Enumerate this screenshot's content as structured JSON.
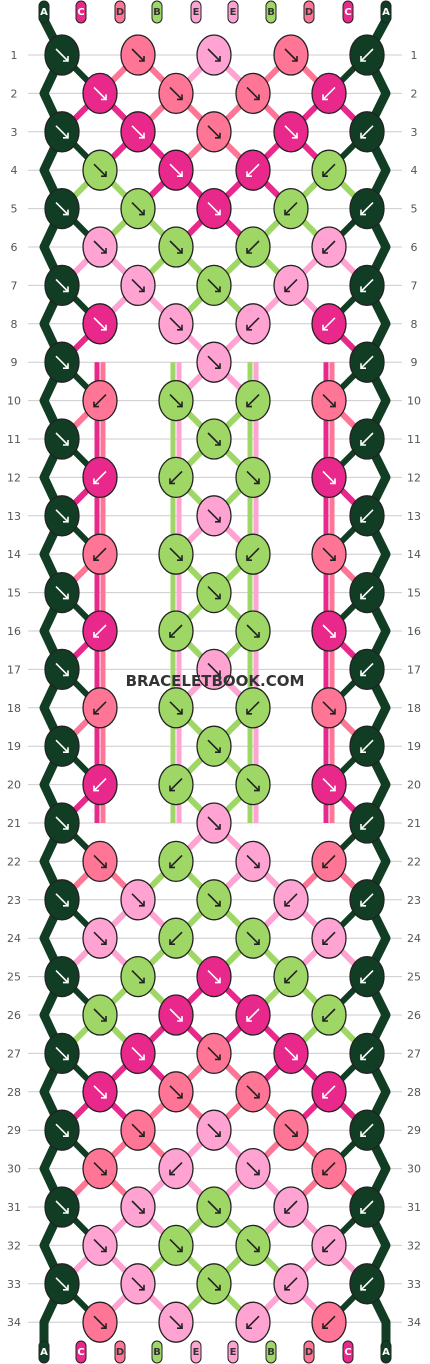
{
  "watermark": "BRACELETBOOK.COM",
  "colors": {
    "A": "#113d24",
    "C": "#e8288a",
    "D": "#ff7595",
    "B": "#9ed765",
    "E": "#ffa3d3"
  },
  "strands_top": [
    "A",
    "C",
    "D",
    "B",
    "E",
    "E",
    "B",
    "D",
    "C",
    "A"
  ],
  "strands_bottom": [
    "A",
    "C",
    "D",
    "B",
    "E",
    "E",
    "B",
    "D",
    "C",
    "A"
  ],
  "row_labels": [
    "1",
    "2",
    "3",
    "4",
    "5",
    "6",
    "7",
    "8",
    "9",
    "10",
    "11",
    "12",
    "13",
    "14",
    "15",
    "16",
    "17",
    "18",
    "19",
    "20",
    "21",
    "22",
    "23",
    "24",
    "25",
    "26",
    "27",
    "28",
    "29",
    "30",
    "31",
    "32",
    "33",
    "34"
  ],
  "knots": [
    "A.R, D.R, E.R, D.R, A.L",
    "C.R, D.R, D.R, C.L",
    "A.R, C.R, D.R, C.R, A.L",
    "B.R, C.R, C.L, B.L",
    "A.R, B.R, C.R, B.L, A.L",
    "E.R, B.R, B.L, E.L",
    "A.R, E.R, B.R, E.L, A.L",
    "C.R, E.R, E.L, C.L",
    "A.R, E.R, A.L",
    "D.L, B.R, B.L, D.R",
    "A.R, B.R, A.L",
    "C.L, B.L, B.R, C.R",
    "A.R, E.R, A.L",
    "D.L, B.R, B.L, D.R",
    "A.R, B.R, A.L",
    "C.L, B.L, B.R, C.R",
    "A.R, E.R, A.L",
    "D.L, B.R, B.L, D.R",
    "A.R, B.R, A.L",
    "C.L, B.L, B.R, C.R",
    "A.R, E.R, A.L",
    "D.R, B.L, E.R, D.L",
    "A.R, E.R, B.R, E.L, A.L",
    "E.R, B.L, B.R, E.L",
    "A.R, B.R, C.R, B.L, A.L",
    "B.R, C.R, C.L, B.L",
    "A.R, C.R, D.R, C.R, A.L",
    "C.R, D.R, D.R, C.L",
    "A.R, D.R, E.R, D.R, A.L",
    "D.R, E.L, E.R, D.L",
    "A.R, E.R, B.R, E.L, A.L",
    "E.R, B.R, B.R, E.L",
    "A.R, E.R, B.R, E.L, A.L",
    "D.R, E.R, E.L, D.L"
  ]
}
